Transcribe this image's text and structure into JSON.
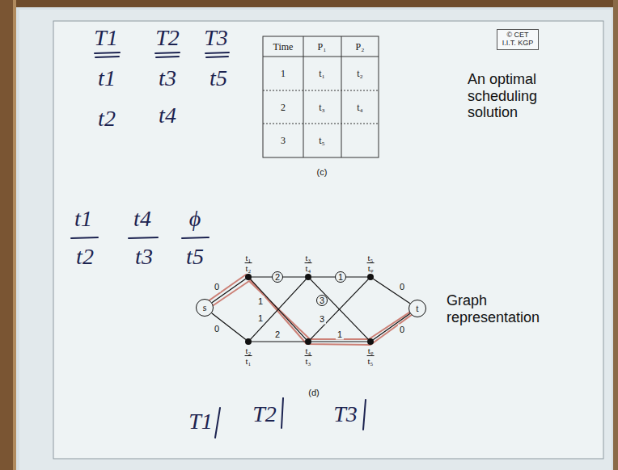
{
  "diagram": {
    "nodes": [
      {
        "text": [
          "© CET I.I.T. KGP"
        ]
      },
      {
        "text": [
          "s"
        ]
      },
      {
        "text": [
          "t₁",
          "t₂"
        ]
      },
      {
        "text": [
          "t₂",
          "t₁"
        ]
      },
      {
        "text": [
          "t₃",
          "t₄"
        ]
      },
      {
        "text": [
          "t₄",
          "t₃"
        ]
      },
      {
        "text": [
          "t₅",
          "tᵩ"
        ]
      },
      {
        "text": [
          "tᵩ",
          "t₅"
        ]
      },
      {
        "text": [
          "t"
        ]
      }
    ],
    "edges": [
      {
        "from": 1,
        "to": 2,
        "arrow": "none",
        "label": "0"
      },
      {
        "from": 1,
        "to": 3,
        "arrow": "none",
        "label": "0"
      },
      {
        "from": 2,
        "to": 4,
        "arrow": "none",
        "label": "2"
      },
      {
        "from": 2,
        "to": 5,
        "arrow": "none",
        "label": "1"
      },
      {
        "from": 3,
        "to": 4,
        "arrow": "none",
        "label": "1"
      },
      {
        "from": 3,
        "to": 5,
        "arrow": "none",
        "label": "2"
      },
      {
        "from": 4,
        "to": 6,
        "arrow": "none",
        "label": "1"
      },
      {
        "from": 4,
        "to": 7,
        "arrow": "none",
        "label": "3"
      },
      {
        "from": 5,
        "to": 6,
        "arrow": "none",
        "label": "3"
      },
      {
        "from": 5,
        "to": 7,
        "arrow": "none",
        "label": "1"
      },
      {
        "from": 6,
        "to": 8,
        "arrow": "none",
        "label": "0"
      },
      {
        "from": 7,
        "to": 8,
        "arrow": "none",
        "label": "0"
      }
    ],
    "labels": [
      "T1",
      "T2",
      "T3",
      "t1",
      "t3",
      "t5",
      "t2",
      "t4",
      "Time",
      "P₁",
      "P₂",
      "1",
      "t₁",
      "t₂",
      "2",
      "t₃",
      "t₄",
      "3",
      "t₅",
      "(c)",
      "An optimal scheduling solution",
      "t1",
      "t2",
      "t4",
      "t3",
      "ϕ",
      "t5",
      "Graph representation",
      "(d)",
      "T1",
      "T2",
      "T3"
    ]
  }
}
